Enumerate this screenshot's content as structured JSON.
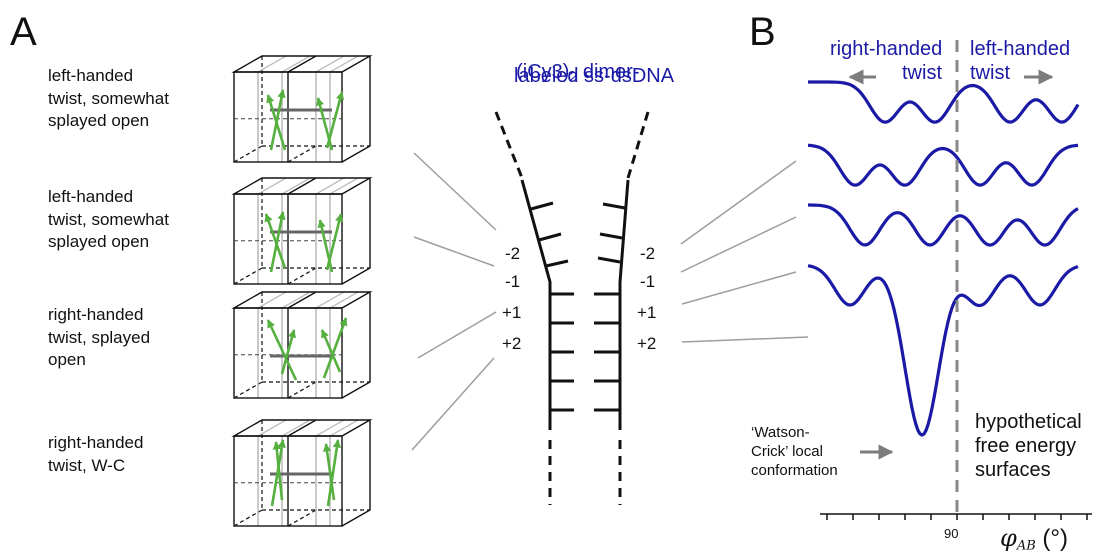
{
  "panel_labels": {
    "a": "A",
    "b": "B"
  },
  "conformations": [
    {
      "label": "left-handed\ntwist, somewhat\nsplayed open"
    },
    {
      "label": "left-handed\ntwist, somewhat\nsplayed open"
    },
    {
      "label": "right-handed\ntwist, splayed\nopen"
    },
    {
      "label": "right-handed\ntwist, W-C"
    }
  ],
  "dna": {
    "title_prefix": "(iCy3)",
    "title_sub": "2",
    "title_suffix": " dimer-",
    "title_line2": "labeled ss-dsDNA",
    "positions": [
      "-2",
      "-1",
      "+1",
      "+2"
    ]
  },
  "energy_panel": {
    "right_twist": "right-handed\ntwist",
    "left_twist": "left-handed\ntwist",
    "wc_note": "‘Watson-\nCrick’ local\nconformation",
    "surfaces_note": "hypothetical\nfree energy\nsurfaces",
    "tick_90": "90",
    "axis_symbol": "φ",
    "axis_sub": "AB",
    "axis_unit": " (°)"
  },
  "colors": {
    "curve": "#1a1aa6",
    "title_text": "#1a1aa6",
    "arrows": "#55b03f",
    "leader_lines": "#9e9e9e"
  }
}
